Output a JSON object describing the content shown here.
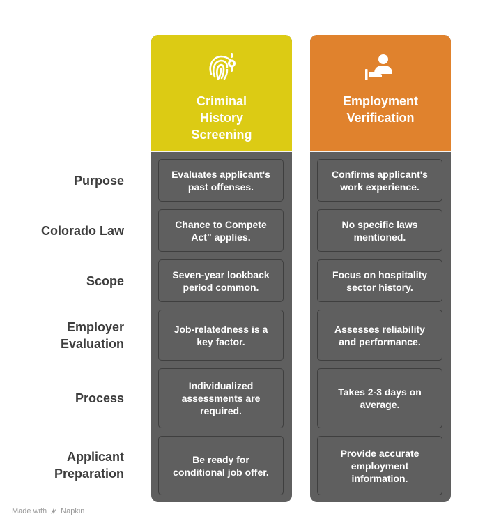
{
  "columns": [
    {
      "title_lines": [
        "Criminal",
        "History",
        "Screening"
      ],
      "icon": "fingerprint-icon",
      "color": "#dccb14",
      "cells": [
        [
          "Evaluates applicant's",
          "past offenses."
        ],
        [
          "Chance to Compete",
          "Act\" applies."
        ],
        [
          "Seven-year lookback",
          "period common."
        ],
        [
          "Job-relatedness is a",
          "key factor."
        ],
        [
          "Individualized",
          "assessments are",
          "required."
        ],
        [
          "Be ready for",
          "conditional job offer."
        ]
      ]
    },
    {
      "title_lines": [
        "Employment",
        "Verification"
      ],
      "icon": "employee-card-icon",
      "color": "#e0822d",
      "cells": [
        [
          "Confirms applicant's",
          "work experience."
        ],
        [
          "No specific laws",
          "mentioned."
        ],
        [
          "Focus on hospitality",
          "sector history."
        ],
        [
          "Assesses reliability",
          "and performance."
        ],
        [
          "Takes 2-3 days on",
          "average."
        ],
        [
          "Provide accurate",
          "employment",
          "information."
        ]
      ]
    }
  ],
  "rows": [
    [
      "Purpose"
    ],
    [
      "Colorado Law"
    ],
    [
      "Scope"
    ],
    [
      "Employer",
      "Evaluation"
    ],
    [
      "Process"
    ],
    [
      "Applicant",
      "Preparation"
    ]
  ],
  "footer": {
    "made_with": "Made with",
    "brand": "Napkin"
  }
}
